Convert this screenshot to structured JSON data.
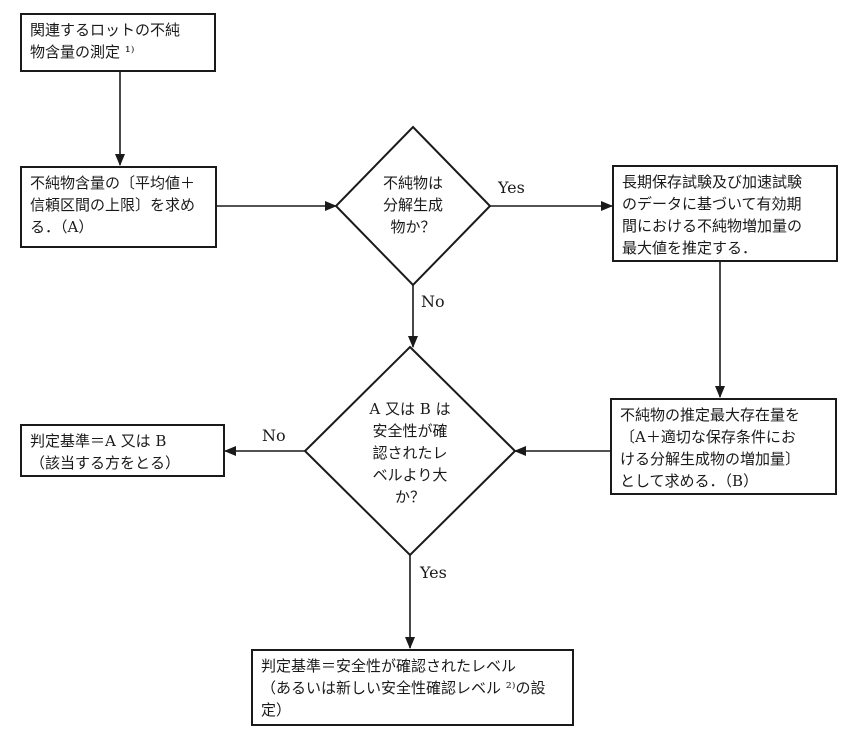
{
  "boxes": {
    "measure": "関連するロットの不純\n物含量の測定 ¹⁾",
    "calc_a": "不純物含量の〔平均値＋\n信頼区間の上限〕を求め\nる．（A）",
    "estimate": "長期保存試験及び加速試験\nのデータに基づいて有効期\n間における不純物増加量の\n最大値を推定する．",
    "calc_b": "不純物の推定最大存在量を\n〔A＋適切な保存条件にお\nける分解生成物の増加量〕\nとして求める．（B）",
    "criteria_ab": "判定基準＝A 又は B\n（該当する方をとる）",
    "criteria_safety": "判定基準＝安全性が確認されたレベル\n（あるいは新しい安全性確認レベル ²⁾の設\n定）"
  },
  "decisions": {
    "degradation": "不純物は\n分解生成\n物か？",
    "exceeds": "A 又は B は\n安全性が確\n認されたレ\nベルより大\nか？"
  },
  "labels": {
    "yes_top": "Yes",
    "no_top": "No",
    "no_left": "No",
    "yes_bottom": "Yes"
  }
}
